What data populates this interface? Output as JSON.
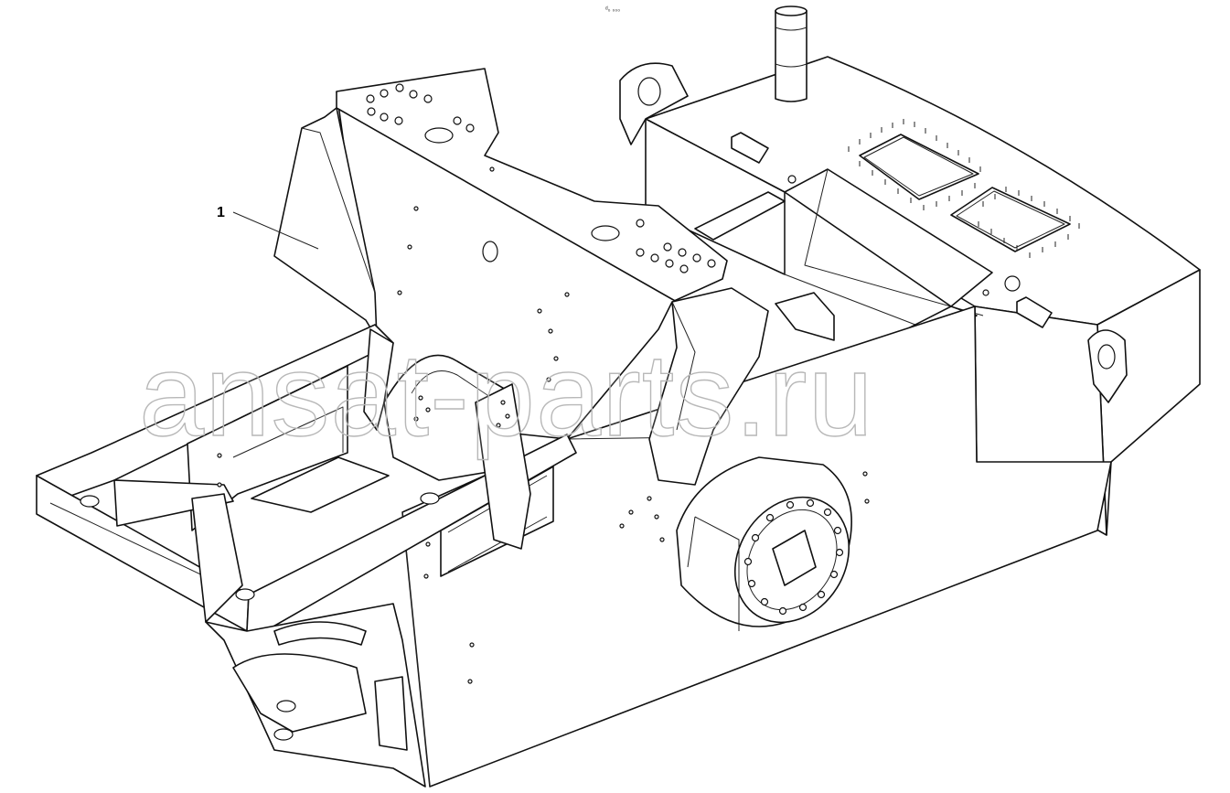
{
  "drawing": {
    "part_callout": "1",
    "sheet_code": "ᵈ₀ ₀₀₀",
    "watermark": "ansat-parts.ru"
  },
  "colors": {
    "line": "#111111",
    "watermark_outline": "#b8b8b8",
    "background": "#ffffff"
  }
}
